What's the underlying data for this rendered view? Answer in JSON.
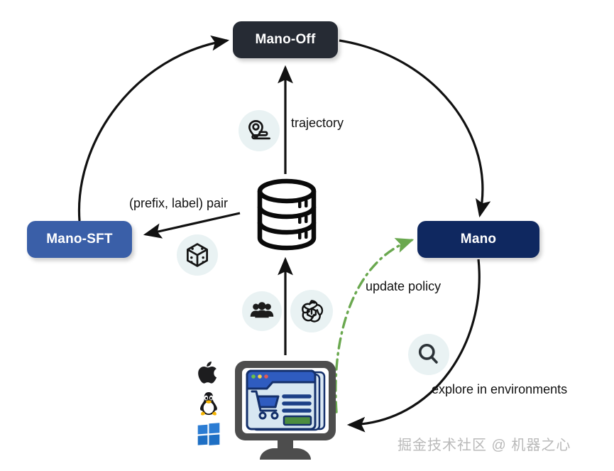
{
  "diagram": {
    "nodes": [
      {
        "id": "mano-off",
        "label": "Mano-Off",
        "color": "#262b34"
      },
      {
        "id": "mano-sft",
        "label": "Mano-SFT",
        "color": "#3a5fa8"
      },
      {
        "id": "mano",
        "label": "Mano",
        "color": "#0f2860"
      }
    ],
    "edge_labels": {
      "trajectory": "trajectory",
      "prefix_pair": "(prefix, label) pair",
      "update_policy": "update policy",
      "explore": "explore in environments"
    },
    "edges": [
      {
        "from": "mano-sft",
        "to": "mano-off",
        "style": "solid",
        "color": "#111111",
        "label": ""
      },
      {
        "from": "mano-off",
        "to": "mano",
        "style": "solid",
        "color": "#111111",
        "label": ""
      },
      {
        "from": "database",
        "to": "mano-off",
        "style": "solid",
        "color": "#111111",
        "label": "trajectory"
      },
      {
        "from": "database",
        "to": "mano-sft",
        "style": "solid",
        "color": "#111111",
        "label": "(prefix, label) pair"
      },
      {
        "from": "monitor",
        "to": "database",
        "style": "solid",
        "color": "#111111",
        "label": ""
      },
      {
        "from": "mano",
        "to": "monitor",
        "style": "solid",
        "color": "#111111",
        "label": "explore in environments"
      },
      {
        "from": "monitor",
        "to": "mano",
        "style": "dash-dot",
        "color": "#6aa84f",
        "label": "update policy"
      }
    ],
    "icons": [
      {
        "id": "trajectory-route-icon",
        "badge_color": "#e9f2f3"
      },
      {
        "id": "dice-icon",
        "badge_color": "#e9f2f3"
      },
      {
        "id": "users-group-icon",
        "badge_color": "#e9f2f3"
      },
      {
        "id": "openai-logo-icon",
        "badge_color": "#e9f2f3"
      },
      {
        "id": "search-magnifier-icon",
        "badge_color": "#e9f2f3"
      },
      {
        "id": "database-icon",
        "badge_color": ""
      },
      {
        "id": "monitor-browser-icon",
        "badge_color": ""
      },
      {
        "id": "apple-logo-icon",
        "badge_color": ""
      },
      {
        "id": "linux-tux-icon",
        "badge_color": ""
      },
      {
        "id": "windows-logo-icon",
        "badge_color": ""
      }
    ],
    "colors": {
      "arrow_black": "#111111",
      "arrow_green": "#6aa84f",
      "badge_bg": "#e9f2f3",
      "background": "#ffffff"
    }
  },
  "watermark": {
    "text": "掘金技术社区 @ 机器之心"
  }
}
